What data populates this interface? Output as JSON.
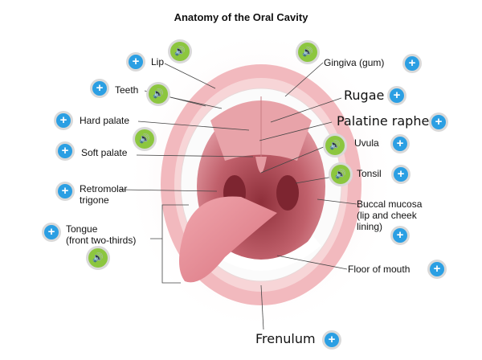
{
  "title": "Anatomy of the Oral Cavity",
  "labels": {
    "lip": "Lip",
    "teeth": "Teeth",
    "hard_palate": "Hard palate",
    "soft_palate": "Soft palate",
    "retromolar_1": "Retromolar",
    "retromolar_2": "trigone",
    "tongue_1": "Tongue",
    "tongue_2": "(front two-thirds)",
    "gingiva": "Gingiva (gum)",
    "rugae": "Rugae",
    "palatine_raphe": "Palatine raphe",
    "uvula": "Uvula",
    "tonsil": "Tonsil",
    "buccal_1": "Buccal mucosa",
    "buccal_2": "(lip and cheek",
    "buccal_3": "lining)",
    "floor": "Floor of mouth",
    "frenulum": "Frenulum"
  },
  "icons": {
    "plus": "+",
    "sound": "🔊"
  },
  "colors": {
    "plus": "#2b9fe3",
    "sound": "#8cc63f"
  }
}
